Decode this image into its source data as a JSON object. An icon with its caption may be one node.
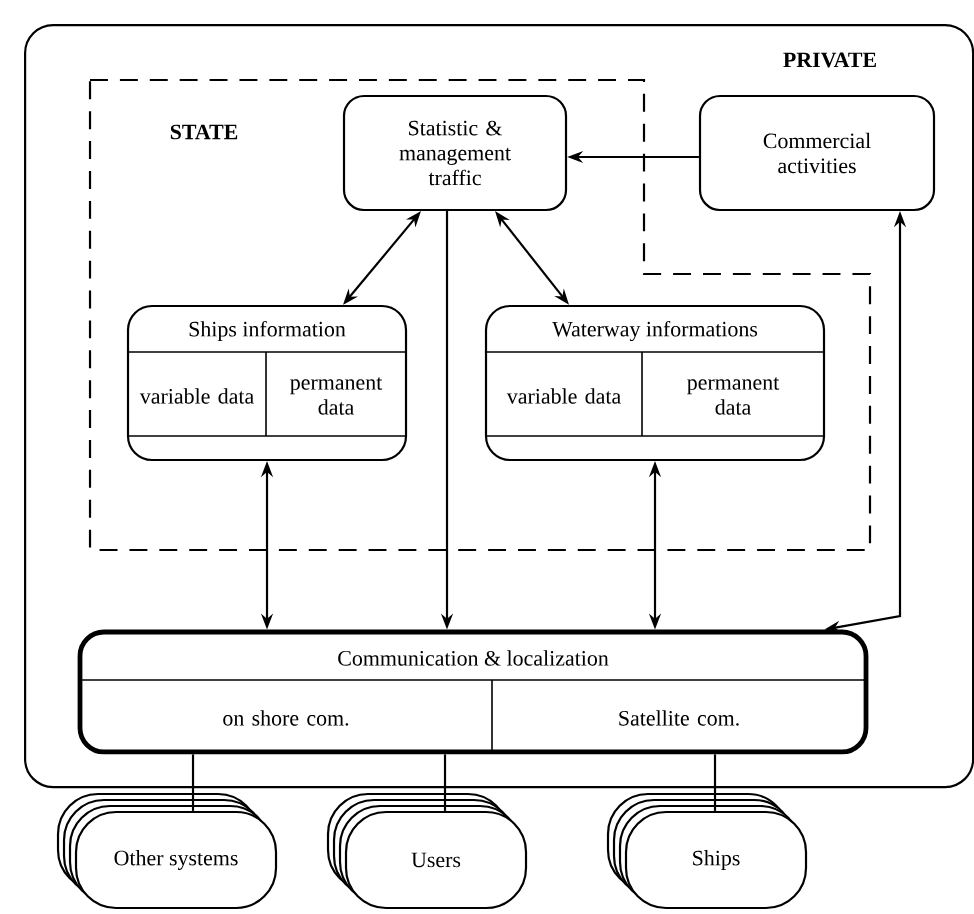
{
  "diagram": {
    "nodes": [
      {
        "text": [
          "PRIVATE"
        ]
      },
      {
        "text": [
          "STATE"
        ],
        "in": 0
      },
      {
        "text": [
          "Statistic & management traffic"
        ],
        "in": 1
      },
      {
        "text": [
          "Commercial activities"
        ],
        "in": 0
      },
      {
        "text": [
          "Ships information",
          "variable data",
          "permanent data"
        ],
        "in": 1
      },
      {
        "text": [
          "Waterway informations",
          "variable data",
          "permanent data"
        ],
        "in": 1
      },
      {
        "text": [
          "Communication & localization",
          "on shore com.",
          "Satellite com."
        ],
        "in": 0
      },
      {
        "text": [
          "Other systems"
        ]
      },
      {
        "text": [
          "Users"
        ]
      },
      {
        "text": [
          "Ships"
        ]
      }
    ],
    "edges": [
      {
        "from": 3,
        "to": 2,
        "arrow": "to"
      },
      {
        "from": 2,
        "to": 4,
        "arrow": "both"
      },
      {
        "from": 2,
        "to": 5,
        "arrow": "both"
      },
      {
        "from": 4,
        "to": 6,
        "arrow": "both"
      },
      {
        "from": 2,
        "to": 6,
        "arrow": "to"
      },
      {
        "from": 5,
        "to": 6,
        "arrow": "both"
      },
      {
        "from": 6,
        "to": 3,
        "arrow": "both"
      },
      {
        "from": 6,
        "to": 7,
        "arrow": "none"
      },
      {
        "from": 6,
        "to": 8,
        "arrow": "none"
      },
      {
        "from": 6,
        "to": 9,
        "arrow": "none"
      }
    ]
  }
}
